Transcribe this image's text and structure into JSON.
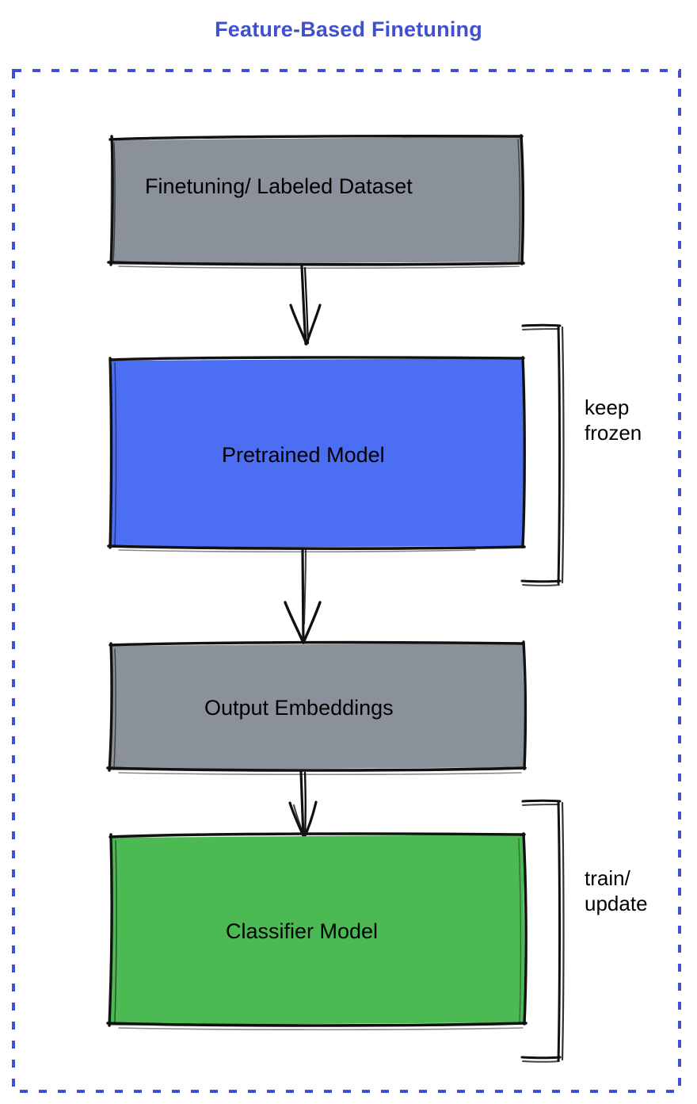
{
  "diagram": {
    "title": "Feature-Based Finetuning",
    "title_color": "#3f51cf",
    "frame": {
      "name": "dashed-container",
      "border_color": "#3f51cf",
      "border_style": "dashed"
    },
    "colors": {
      "gray_fill": "#8a919b",
      "blue_fill": "#4c6ef2",
      "green_fill": "#4cba52",
      "stroke": "#111111",
      "accent": "#3f51cf"
    },
    "nodes": [
      {
        "id": "dataset",
        "label": "Finetuning/ Labeled Dataset",
        "fill": "#8a919b"
      },
      {
        "id": "pretrained-model",
        "label": "Pretrained Model",
        "fill": "#4c6ef2"
      },
      {
        "id": "output-embeddings",
        "label": "Output Embeddings",
        "fill": "#8a919b"
      },
      {
        "id": "classifier-model",
        "label": "Classifier Model",
        "fill": "#4cba52"
      }
    ],
    "annotations": [
      {
        "id": "keep-frozen",
        "line1": "keep",
        "line2": "frozen",
        "target": "pretrained-model"
      },
      {
        "id": "train-update",
        "line1": "train/",
        "line2": "update",
        "target": "classifier-model"
      }
    ],
    "edges": [
      {
        "id": "dataset-to-pretrained",
        "from": "dataset",
        "to": "pretrained-model",
        "style": "arrow"
      },
      {
        "id": "pretrained-to-embeddings",
        "from": "pretrained-model",
        "to": "output-embeddings",
        "style": "arrow"
      },
      {
        "id": "embeddings-to-classifier",
        "from": "output-embeddings",
        "to": "classifier-model",
        "style": "arrow"
      }
    ]
  }
}
